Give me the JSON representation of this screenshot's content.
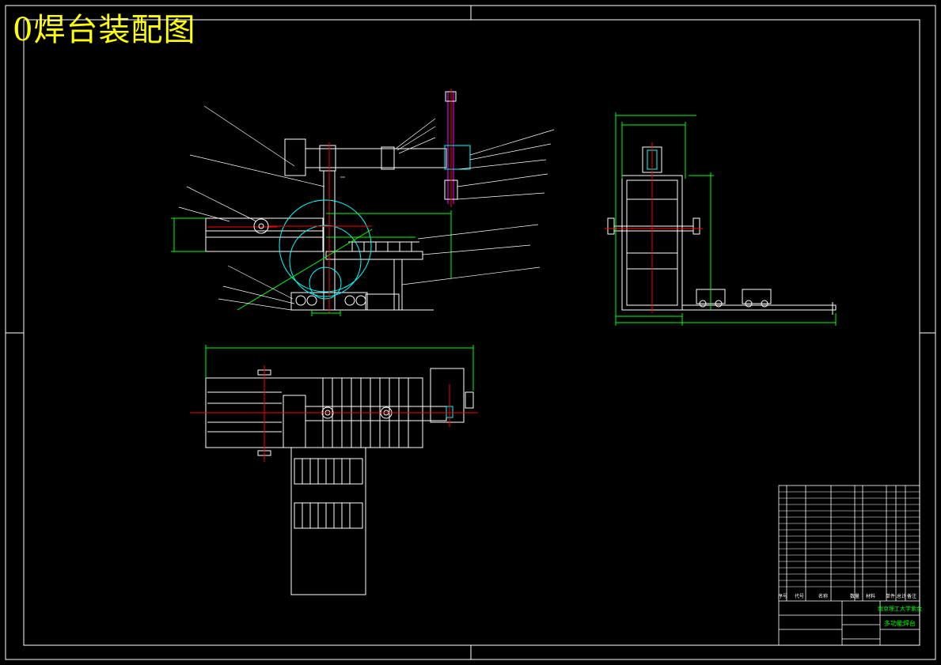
{
  "drawing": {
    "title": "0焊台装配图",
    "colors": {
      "background": "#000000",
      "outline": "#ffffff",
      "dimension": "#00ff00",
      "centerline": "#ff0000",
      "accent_cyan": "#00ffff",
      "accent_magenta": "#ff00ff",
      "title_text": "#ffff00"
    }
  },
  "title_block": {
    "school": "南京理工大学紫金",
    "product": "多功能焊台",
    "header_columns": [
      "序号",
      "代号",
      "名称",
      "数量",
      "材料",
      "单件 总计",
      "备注"
    ]
  }
}
